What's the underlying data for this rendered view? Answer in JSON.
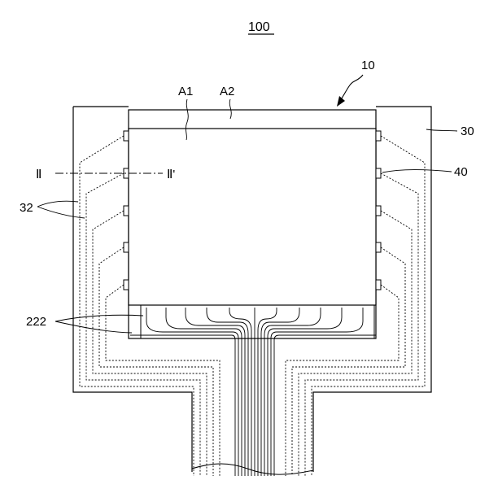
{
  "figure": {
    "title": "100",
    "labels": {
      "device": "10",
      "active_area": "A1",
      "peripheral_area": "A2",
      "flexible_board": "30",
      "pad": "40",
      "traces": "32",
      "section_left": "Ⅱ",
      "section_right": "Ⅱ'",
      "fanout_lines": "222"
    }
  }
}
